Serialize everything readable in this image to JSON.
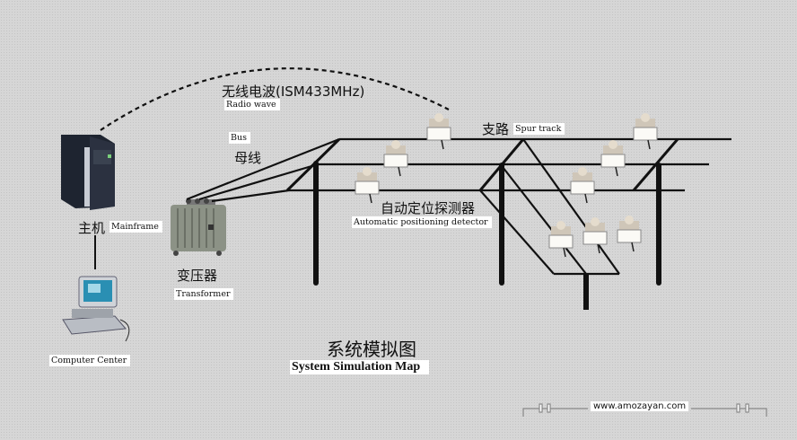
{
  "labels": {
    "radio_cn": "无线电波(ISM433MHz)",
    "radio_en": "Radio wave",
    "bus_en": "Bus",
    "bus_cn": "母线",
    "mainframe_cn": "主机",
    "mainframe_en": "Mainframe",
    "transformer_cn": "变压器",
    "transformer_en": "Transformer",
    "spur_cn": "支路",
    "spur_en": "Spur track",
    "detector_cn": "自动定位探测器",
    "detector_en": "Automatic positioning detector",
    "computer_center_en": "Computer Center"
  },
  "title": {
    "cn": "系统模拟图",
    "en": "System Simulation Map"
  },
  "footer": {
    "url": "www.amozayan.com"
  }
}
